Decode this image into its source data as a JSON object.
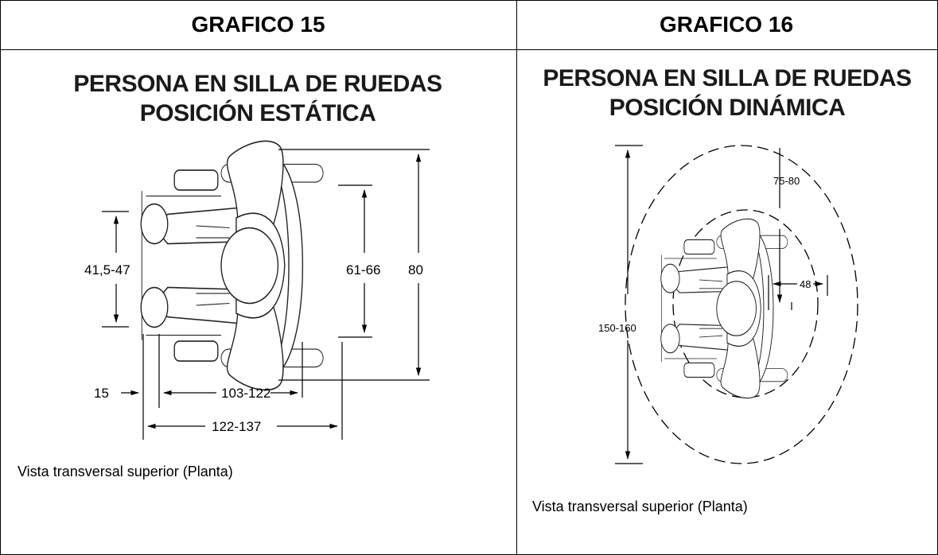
{
  "headers": {
    "left": "GRAFICO 15",
    "right": "GRAFICO 16"
  },
  "left_panel": {
    "title_line1": "PERSONA EN SILLA DE RUEDAS",
    "title_line2": "POSICIÓN ESTÁTICA",
    "dims": {
      "width_a": "41,5-47",
      "width_b": "61-66",
      "width_c": "80",
      "offset": "15",
      "length_a": "103-122",
      "length_b": "122-137"
    },
    "caption": "Vista transversal superior (Planta)"
  },
  "right_panel": {
    "title_line1": "PERSONA EN SILLA DE RUEDAS",
    "title_line2": "POSICIÓN DINÁMICA",
    "dims": {
      "diameter": "150-160",
      "inner": "75-80",
      "radius": "48"
    },
    "caption": "Vista transversal superior (Planta)"
  }
}
